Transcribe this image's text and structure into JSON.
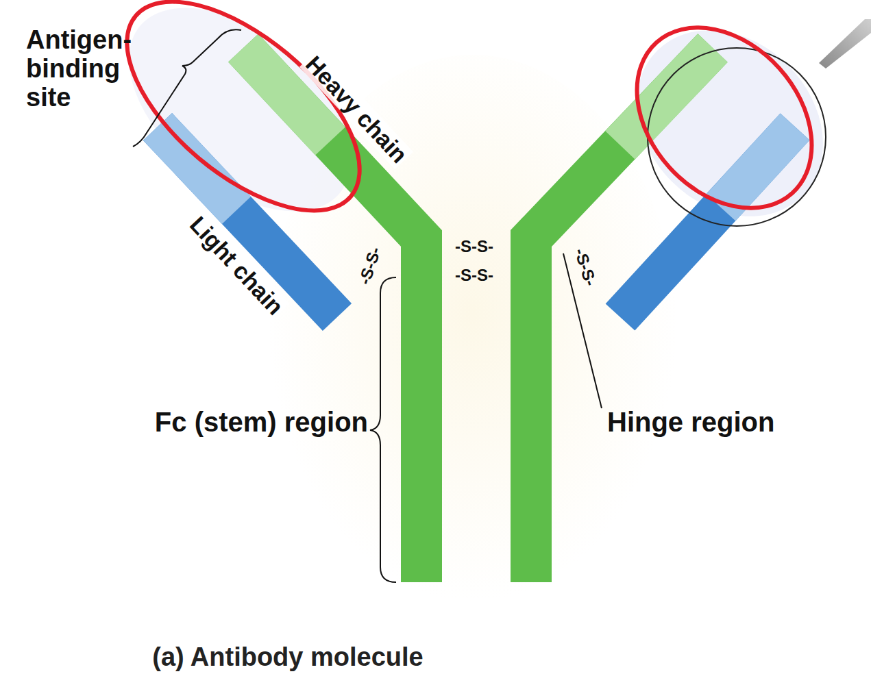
{
  "diagram": {
    "caption": "(a) Antibody molecule",
    "labels": [
      "Antigen-binding site",
      "Heavy chain",
      "Light chain",
      "-S-S-",
      "-S-S-",
      "-S-S-",
      "-S-S-",
      "Fc (stem) region",
      "Hinge region"
    ]
  }
}
